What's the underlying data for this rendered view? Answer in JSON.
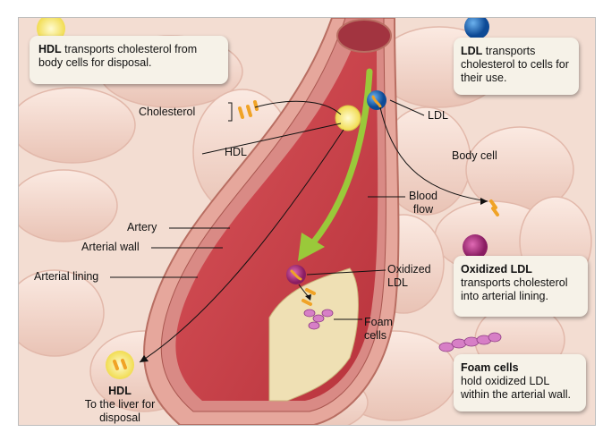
{
  "callouts": {
    "hdl": {
      "title": "HDL",
      "text": " transports cholesterol from body cells for disposal."
    },
    "ldl": {
      "title": "LDL",
      "text": " transports cholesterol to cells for their use."
    },
    "oxidized": {
      "title": "Oxidized LDL",
      "text": "transports cholesterol into arterial lining."
    },
    "foam": {
      "title": "Foam cells",
      "text": "hold oxidized LDL within the arterial wall."
    }
  },
  "labels": {
    "cholesterol": "Cholesterol",
    "hdl": "HDL",
    "ldl": "LDL",
    "body_cell": "Body cell",
    "blood_flow_1": "Blood",
    "blood_flow_2": "flow",
    "artery": "Artery",
    "arterial_wall": "Arterial wall",
    "arterial_lining": "Arterial lining",
    "oxidized_1": "Oxidized",
    "oxidized_2": "LDL",
    "foam_1": "Foam",
    "foam_2": "cells",
    "hdl_bottom_title": "HDL",
    "hdl_bottom_1": "To the liver for",
    "hdl_bottom_2": "disposal"
  },
  "colors": {
    "hdl": "#f5e36a",
    "ldl": "#1f6fc4",
    "oxidized_ldl": "#c0308a",
    "cholesterol": "#f0a326",
    "blood_flow_arrow": "#9ac93a",
    "vessel_wall": "#e6a79c",
    "vessel_lumen": "#c8434b",
    "plaque": "#efe0b4",
    "background_cells": "#f3d8cc"
  }
}
